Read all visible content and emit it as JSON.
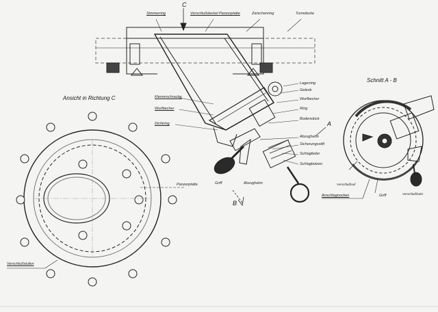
{
  "title_marker": "C",
  "top_labels": {
    "simmerring": "Simmerring",
    "verschluss_panzerplatte": "Verschlußdeckel Panzerplatte",
    "zwischenring": "Zwischenring",
    "turmdecke": "Turmdecke"
  },
  "view_title": "Ansicht in Richtung  C",
  "section_title": "Schnitt A - B",
  "side_labels": {
    "klemmschraube": "Klemmschraube",
    "wurfbecher_left": "Wurfbecher",
    "dichtring": "Dichtring",
    "lagerring": "Lagerring",
    "gelenk": "Gelenk",
    "wurfbecher_right": "Wurfbecher",
    "ring": "Ring",
    "bodenstueck": "Bodenstück",
    "abzughahn": "Abzughahn",
    "sicherungsstift": "Sicherungsstift",
    "schlagfeder": "Schlagfeder",
    "schlagbolzen": "Schlagbolzen"
  },
  "bottom_labels": {
    "panzerplatte": "Panzerplatte",
    "griff": "Griff",
    "abzughahn": "Abzughahn",
    "verschlussstufen": "Verschlußstufen",
    "anschlagnocken": "Anschlagnocken",
    "griff_right": "Griff",
    "verschlusslauf": "Verschlußlauf",
    "verschlussfeder": "Verschlußfeder"
  },
  "section_markers": {
    "a": "A",
    "b": "B"
  }
}
